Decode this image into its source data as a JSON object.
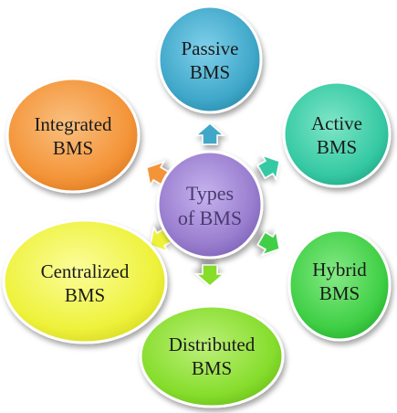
{
  "center": {
    "line1": "Types",
    "line2": "of BMS",
    "color": "#9b7fd0"
  },
  "nodes": [
    {
      "id": "passive",
      "line1": "Passive",
      "line2": "BMS",
      "color": "#3fa7c9",
      "arrow_color": "#3fa7c9"
    },
    {
      "id": "active",
      "line1": "Active",
      "line2": "BMS",
      "color": "#35c9a3",
      "arrow_color": "#35c9a3"
    },
    {
      "id": "hybrid",
      "line1": "Hybrid",
      "line2": "BMS",
      "color": "#3fcf45",
      "arrow_color": "#3fcf45"
    },
    {
      "id": "distributed",
      "line1": "Distributed",
      "line2": "BMS",
      "color": "#86dd2c",
      "arrow_color": "#86dd2c"
    },
    {
      "id": "centralized",
      "line1": "Centralized",
      "line2": "BMS",
      "color": "#eef23b",
      "arrow_color": "#eef23b"
    },
    {
      "id": "integrated",
      "line1": "Integrated",
      "line2": "BMS",
      "color": "#f49438",
      "arrow_color": "#f49438"
    }
  ]
}
